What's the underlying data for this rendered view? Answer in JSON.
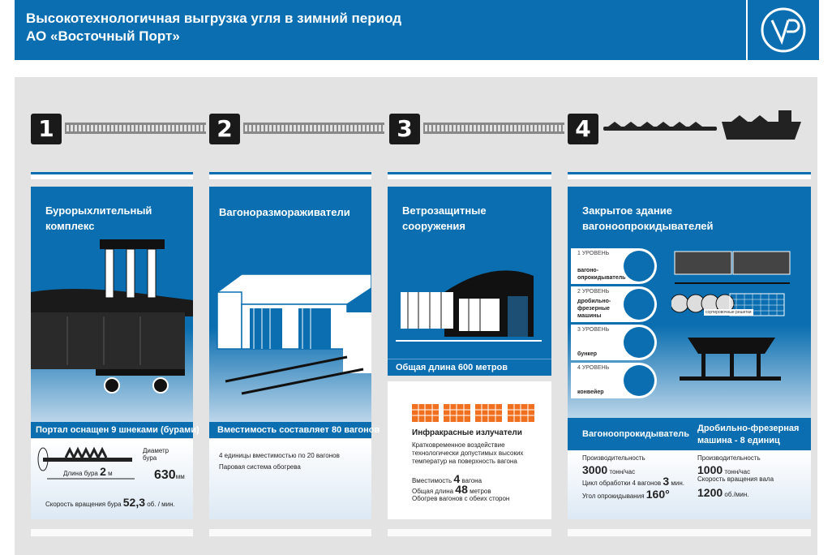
{
  "header": {
    "title_line1": "Высокотехнологичная выгрузка угля в зимний период",
    "title_line2": "АО «Восточный Порт»"
  },
  "steps": [
    "1",
    "2",
    "3",
    "4"
  ],
  "col1": {
    "title": "Бурорыхлительный комплекс",
    "bar": "Портал оснащен 9 шнеками (бурами)",
    "diam_label": "Диаметр бура",
    "diam_value": "630",
    "diam_unit": "мм",
    "length_label": "Длина бура",
    "length_value": "2",
    "length_unit": "м",
    "speed_label": "Скорость вращения бура",
    "speed_value": "52,3",
    "speed_unit": "об. / мин."
  },
  "col2": {
    "title": "Вагоноразмораживатели",
    "bar": "Вместимость составляет 80 вагонов",
    "lines": [
      "4 единицы вместимостью по 20 вагонов",
      "Паровая система обогрева"
    ]
  },
  "col3": {
    "title": "Ветрозащитные сооружения",
    "bar": "Общая длина 600 метров",
    "ir_title": "Инфракрасные излучатели",
    "ir_desc": "Кратковременное воздействие технологически допустимых высоких температур на поверхность вагона",
    "cap_label": "Вместимость",
    "cap_value": "4",
    "cap_unit": "вагона",
    "len_label": "Общая длина",
    "len_value": "48",
    "len_unit": "метров",
    "heat": "Обогрев вагонов с обеих сторон"
  },
  "col4": {
    "title": "Закрытое здание вагоноопрокидывателей",
    "levels": [
      {
        "n": "1 УРОВЕНЬ",
        "name": "вагоно-опрокидыватель"
      },
      {
        "n": "2 УРОВЕНЬ",
        "name": "дробильно-фрезерные машины"
      },
      {
        "n": "3 УРОВЕНЬ",
        "name": "бункер"
      },
      {
        "n": "4 УРОВЕНЬ",
        "name": "конвейер"
      }
    ],
    "grid_label": "сортировочные решетки",
    "left": {
      "title": "Вагоноопрокидыватель",
      "perf_label": "Производительность",
      "perf_value": "3000",
      "perf_unit": "тонн/час",
      "cycle_label": "Цикл обработки 4 вагонов",
      "cycle_value": "3",
      "cycle_unit": "мин.",
      "angle_label": "Угол опрокидывания",
      "angle_value": "160°"
    },
    "right": {
      "title": "Дробильно-фрезерная машина - 8 единиц",
      "perf_label": "Производительность",
      "perf_value": "1000",
      "perf_unit": "тонн/час",
      "speed_label": "Скорость вращения вала",
      "speed_value": "1200",
      "speed_unit": "об./мин."
    }
  },
  "colors": {
    "brand": "#0a6eb0",
    "accent": "#f07020"
  }
}
